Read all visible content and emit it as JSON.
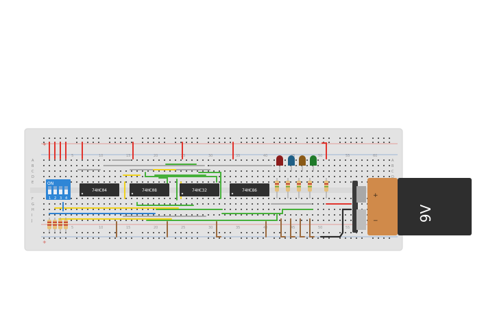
{
  "breadboard": {
    "rows_top": [
      "A",
      "B",
      "C",
      "D",
      "E"
    ],
    "rows_bottom": [
      "F",
      "G",
      "H",
      "I",
      "J"
    ],
    "col_numbers": [
      "5",
      "10",
      "15",
      "20",
      "25",
      "30",
      "35",
      "40",
      "45",
      "50",
      "55",
      "60"
    ],
    "rail_plus": "+",
    "rail_minus": "−"
  },
  "dip_switch": {
    "on_label": "ON",
    "positions": [
      "1",
      "2",
      "3",
      "4"
    ]
  },
  "chips": [
    {
      "label": "74HC04"
    },
    {
      "label": "74HC08"
    },
    {
      "label": "74HC32"
    },
    {
      "label": "74HC86"
    }
  ],
  "leds": [
    {
      "color": "#8c1c1c"
    },
    {
      "color": "#1f5f86"
    },
    {
      "color": "#8a5a17"
    },
    {
      "color": "#1f7a2a"
    }
  ],
  "battery": {
    "label": "9V",
    "plus": "+",
    "minus": "−",
    "body_color": "#d08a4a",
    "cap_color": "#2e2e2e"
  },
  "colors": {
    "board": "#e3e3e3",
    "hole": "#5a5a5a",
    "wire_red": "#e1332c",
    "wire_green": "#46b03a",
    "wire_yellow": "#f1d21c",
    "wire_blue": "#2f82d0",
    "wire_gray": "#a9a9a9",
    "wire_brown": "#9b6a3e",
    "chip": "#2f2f2f",
    "switch": "#2f86d6"
  }
}
